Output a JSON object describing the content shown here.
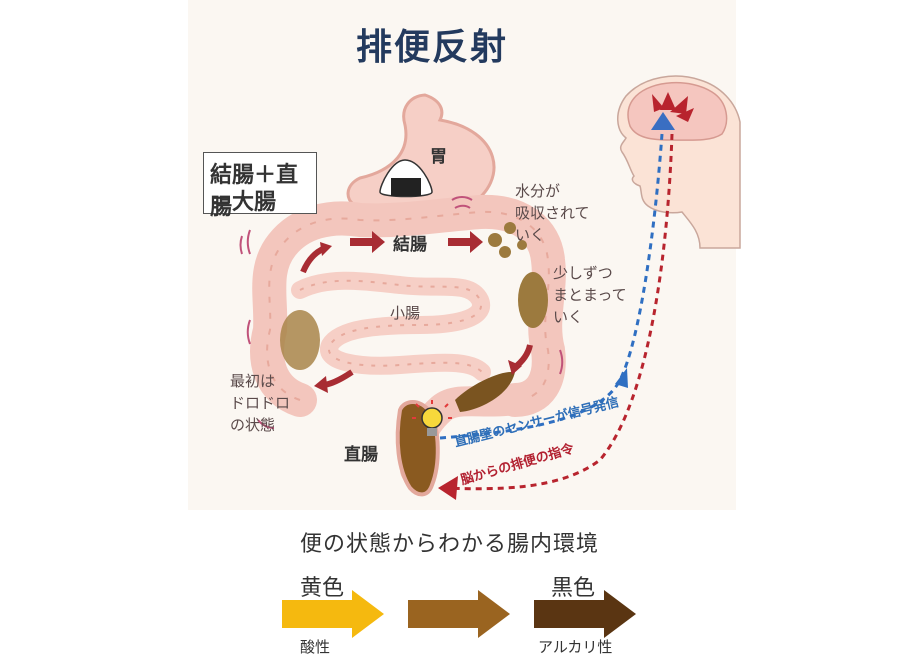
{
  "title": "排便反射",
  "box": {
    "line1": "結腸＋直腸",
    "line2": "＝大腸"
  },
  "labels": {
    "stomach": "胃",
    "colon": "結腸",
    "small_intestine": "小腸",
    "rectum": "直腸",
    "absorbed": [
      "水分が",
      "吸収されて",
      "いく"
    ],
    "gather": [
      "少しずつ",
      "まとまって",
      "いく"
    ],
    "initial": [
      "最初は",
      "ドロドロ",
      "の状態"
    ]
  },
  "signals": {
    "sensor": "直腸壁のセンサーが信号発信",
    "command": "脳からの排便の指令"
  },
  "caption": "便の状態からわかる腸内環境",
  "scale": {
    "left_label": "黄色",
    "right_label": "黒色",
    "left_foot": "酸性",
    "right_foot": "アルカリ性",
    "colors": [
      "#f5b90f",
      "#9a6420",
      "#5a3512"
    ]
  }
}
